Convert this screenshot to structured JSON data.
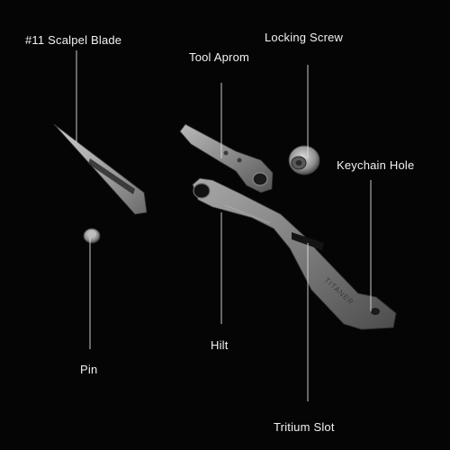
{
  "diagram": {
    "colors": {
      "background": "#050505",
      "text": "#f2f2f2",
      "leader": "#e0e0e0",
      "metal": "#8e8e8e"
    },
    "labels": {
      "scalpel_blade": "#11 Scalpel Blade",
      "tool_aprom": "Tool Aprom",
      "locking_screw": "Locking Screw",
      "keychain_hole": "Keychain Hole",
      "pin": "Pin",
      "hilt": "Hilt",
      "tritium_slot": "Tritium Slot"
    },
    "engraving": "TITANER"
  }
}
